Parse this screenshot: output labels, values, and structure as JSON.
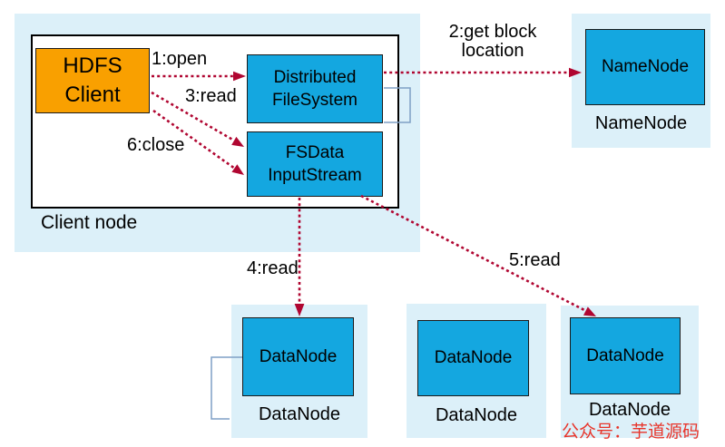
{
  "colors": {
    "panel_bg": "#dcf0f9",
    "node_fill": "#14a7e0",
    "client_fill": "#f9a000",
    "arrow": "#b00631",
    "bracket": "#7f9fc6",
    "watermark_red": "#e8342a"
  },
  "client": {
    "panel_label": "Client node",
    "hdfs_client_label": "HDFS\nClient",
    "distributed_fs_label": "Distributed\nFileSystem",
    "fsdata_label": "FSData\nInputStream"
  },
  "namenode": {
    "box_label": "NameNode",
    "caption": "NameNode"
  },
  "datanodes": [
    {
      "box_label": "DataNode",
      "caption": "DataNode"
    },
    {
      "box_label": "DataNode",
      "caption": "DataNode"
    },
    {
      "box_label": "DataNode",
      "caption": "DataNode"
    }
  ],
  "arrows": {
    "open": "1:open",
    "get_block": "2:get block\nlocation",
    "read3": "3:read",
    "close6": "6:close",
    "read4": "4:read",
    "read5": "5:read"
  },
  "watermark": "公众号：芋道源码"
}
